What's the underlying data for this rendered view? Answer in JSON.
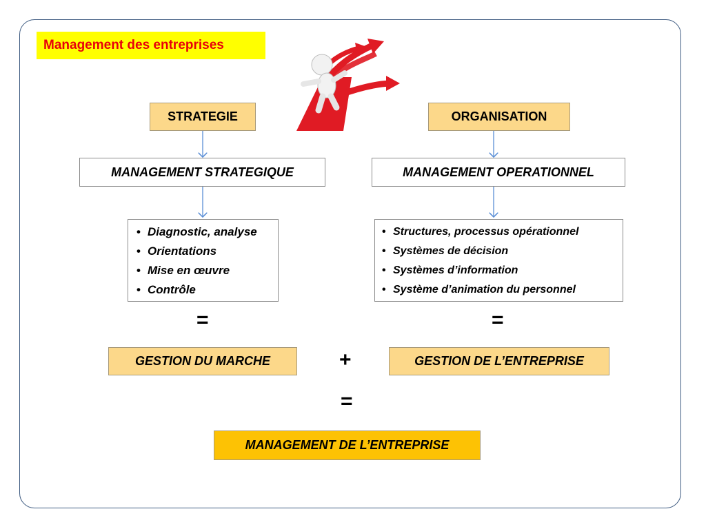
{
  "title": "Management des entreprises",
  "strategy": {
    "header": "STRATEGIE",
    "management": "MANAGEMENT STRATEGIQUE",
    "items": [
      "Diagnostic, analyse",
      "Orientations",
      "Mise en œuvre",
      "Contrôle"
    ],
    "result": "GESTION DU MARCHE"
  },
  "organisation": {
    "header": "ORGANISATION",
    "management": "MANAGEMENT OPERATIONNEL",
    "items": [
      "Structures, processus opérationnel",
      "Systèmes de décision",
      "Systèmes d’information",
      "Système d’animation du personnel"
    ],
    "result": "GESTION DE L’ENTREPRISE"
  },
  "operators": {
    "equals": "=",
    "plus": "+"
  },
  "final": "MANAGEMENT DE L’ENTREPRISE",
  "illustration": "person-at-crossroads-arrows-icon",
  "colors": {
    "title_bg": "#ffff00",
    "title_text": "#e8000b",
    "tan_box": "#fcd88a",
    "final_box": "#fdc204",
    "connector": "#5b8fd6",
    "frame": "#3d5a80"
  }
}
